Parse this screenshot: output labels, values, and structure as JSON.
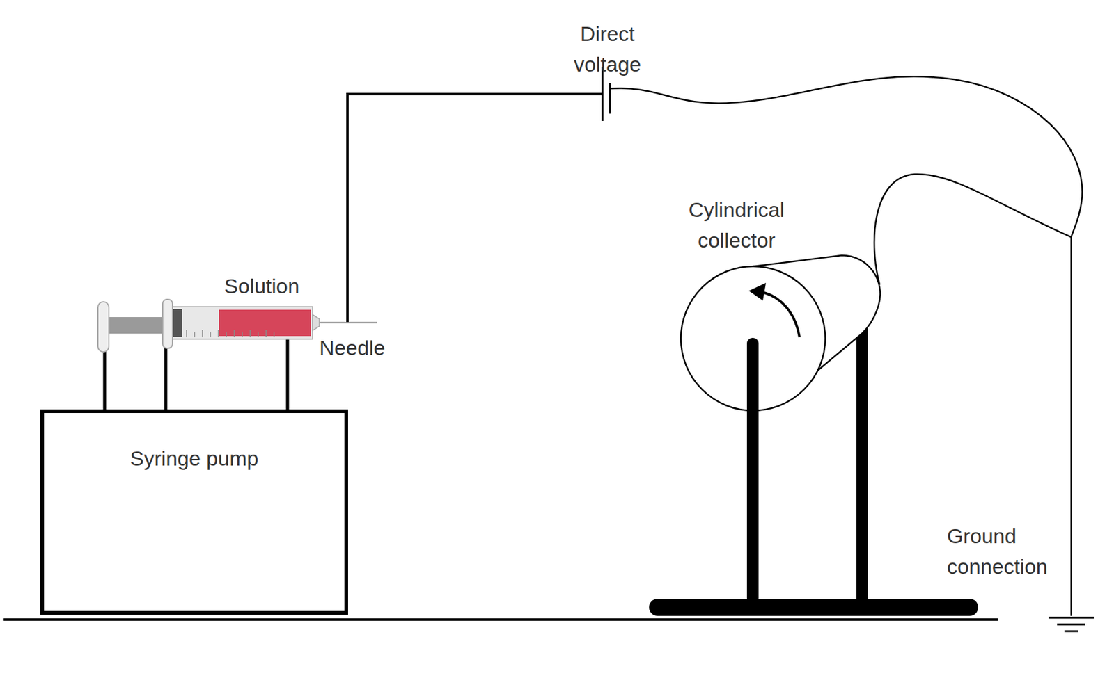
{
  "diagram": {
    "nodes": [
      {
        "text": [
          "Syringe pump"
        ]
      }
    ],
    "labels": [
      "Direct voltage",
      "Solution",
      "Needle",
      "Cylindrical collector",
      "Ground connection"
    ]
  }
}
